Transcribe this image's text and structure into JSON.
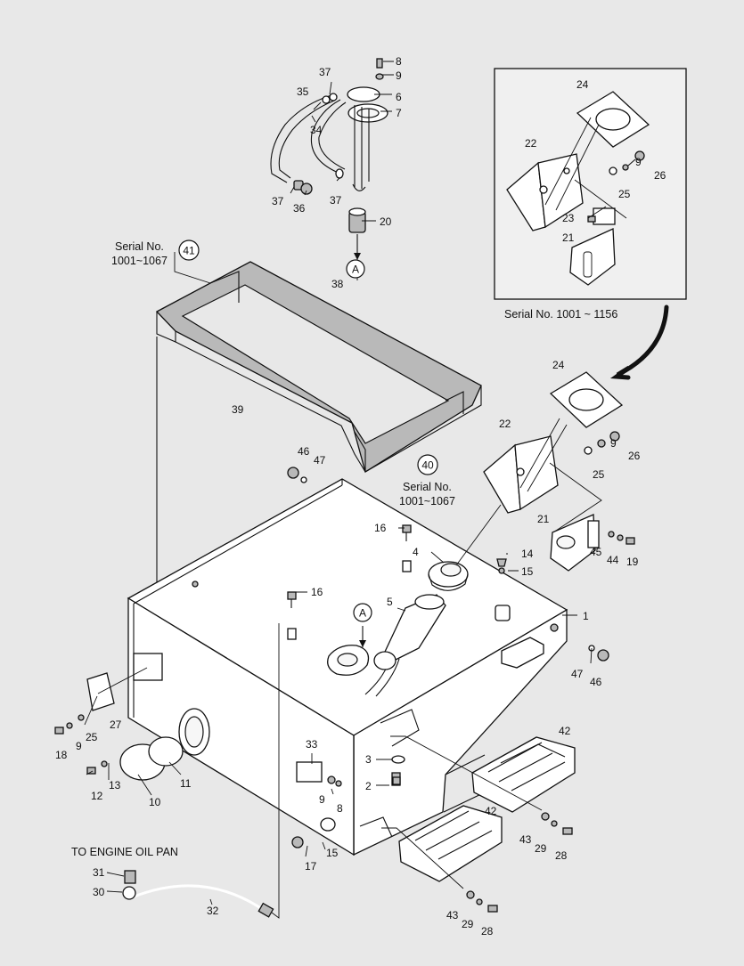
{
  "callouts": [
    {
      "text": "8"
    },
    {
      "text": "9"
    },
    {
      "text": "6"
    },
    {
      "text": "7"
    },
    {
      "text": "37"
    },
    {
      "text": "35"
    },
    {
      "text": "34"
    },
    {
      "text": "37"
    },
    {
      "text": "37"
    },
    {
      "text": "36"
    },
    {
      "text": "20"
    },
    {
      "text": "38"
    },
    {
      "text": "39"
    },
    {
      "text": "46"
    },
    {
      "text": "47"
    },
    {
      "text": "24"
    },
    {
      "text": "22"
    },
    {
      "text": "9"
    },
    {
      "text": "26"
    },
    {
      "text": "25"
    },
    {
      "text": "23"
    },
    {
      "text": "21"
    },
    {
      "text": "24"
    },
    {
      "text": "22"
    },
    {
      "text": "9"
    },
    {
      "text": "26"
    },
    {
      "text": "25"
    },
    {
      "text": "21"
    },
    {
      "text": "45"
    },
    {
      "text": "44"
    },
    {
      "text": "19"
    },
    {
      "text": "16"
    },
    {
      "text": "4"
    },
    {
      "text": "14"
    },
    {
      "text": "15"
    },
    {
      "text": "16"
    },
    {
      "text": "5"
    },
    {
      "text": "1"
    },
    {
      "text": "47"
    },
    {
      "text": "46"
    },
    {
      "text": "18"
    },
    {
      "text": "9"
    },
    {
      "text": "25"
    },
    {
      "text": "27"
    },
    {
      "text": "12"
    },
    {
      "text": "13"
    },
    {
      "text": "11"
    },
    {
      "text": "10"
    },
    {
      "text": "33"
    },
    {
      "text": "9"
    },
    {
      "text": "8"
    },
    {
      "text": "3"
    },
    {
      "text": "2"
    },
    {
      "text": "42"
    },
    {
      "text": "42"
    },
    {
      "text": "43"
    },
    {
      "text": "29"
    },
    {
      "text": "28"
    },
    {
      "text": "17"
    },
    {
      "text": "15"
    },
    {
      "text": "31"
    },
    {
      "text": "30"
    },
    {
      "text": "32"
    },
    {
      "text": "43"
    },
    {
      "text": "29"
    },
    {
      "text": "28"
    }
  ],
  "circled": [
    {
      "text": "A"
    },
    {
      "text": "41"
    },
    {
      "text": "40"
    },
    {
      "text": "A"
    }
  ],
  "captions": {
    "serial_41_line1": "Serial No.",
    "serial_41_line2": "1001~1067",
    "serial_40_line1": "Serial No.",
    "serial_40_line2": "1001~1067",
    "inset_serial": "Serial No. 1001 ~ 1156",
    "engine_oil_pan": "TO ENGINE OIL PAN"
  }
}
